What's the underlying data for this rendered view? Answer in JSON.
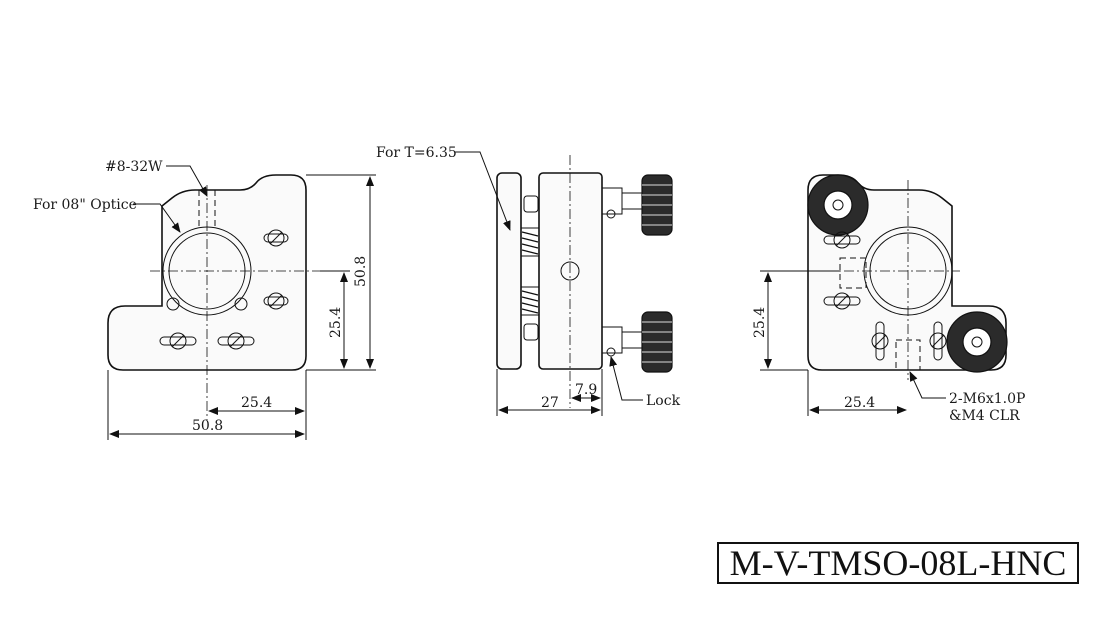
{
  "model_number": "M-V-TMSO-08L-HNC",
  "front_view": {
    "thread_label": "#8-32W",
    "optic_label": "For 08\" Optice",
    "dim_height": "50.8",
    "dim_center_height": "25.4",
    "dim_center_width": "25.4",
    "dim_width": "50.8"
  },
  "side_view": {
    "thickness_label": "For T=6.35",
    "dim_depth": "27",
    "dim_offset": "7.9",
    "lock_label": "Lock"
  },
  "back_view": {
    "dim_center_height": "25.4",
    "dim_center_width": "25.4",
    "hole_label_line1": "2-M6x1.0P",
    "hole_label_line2": "&M4 CLR"
  }
}
